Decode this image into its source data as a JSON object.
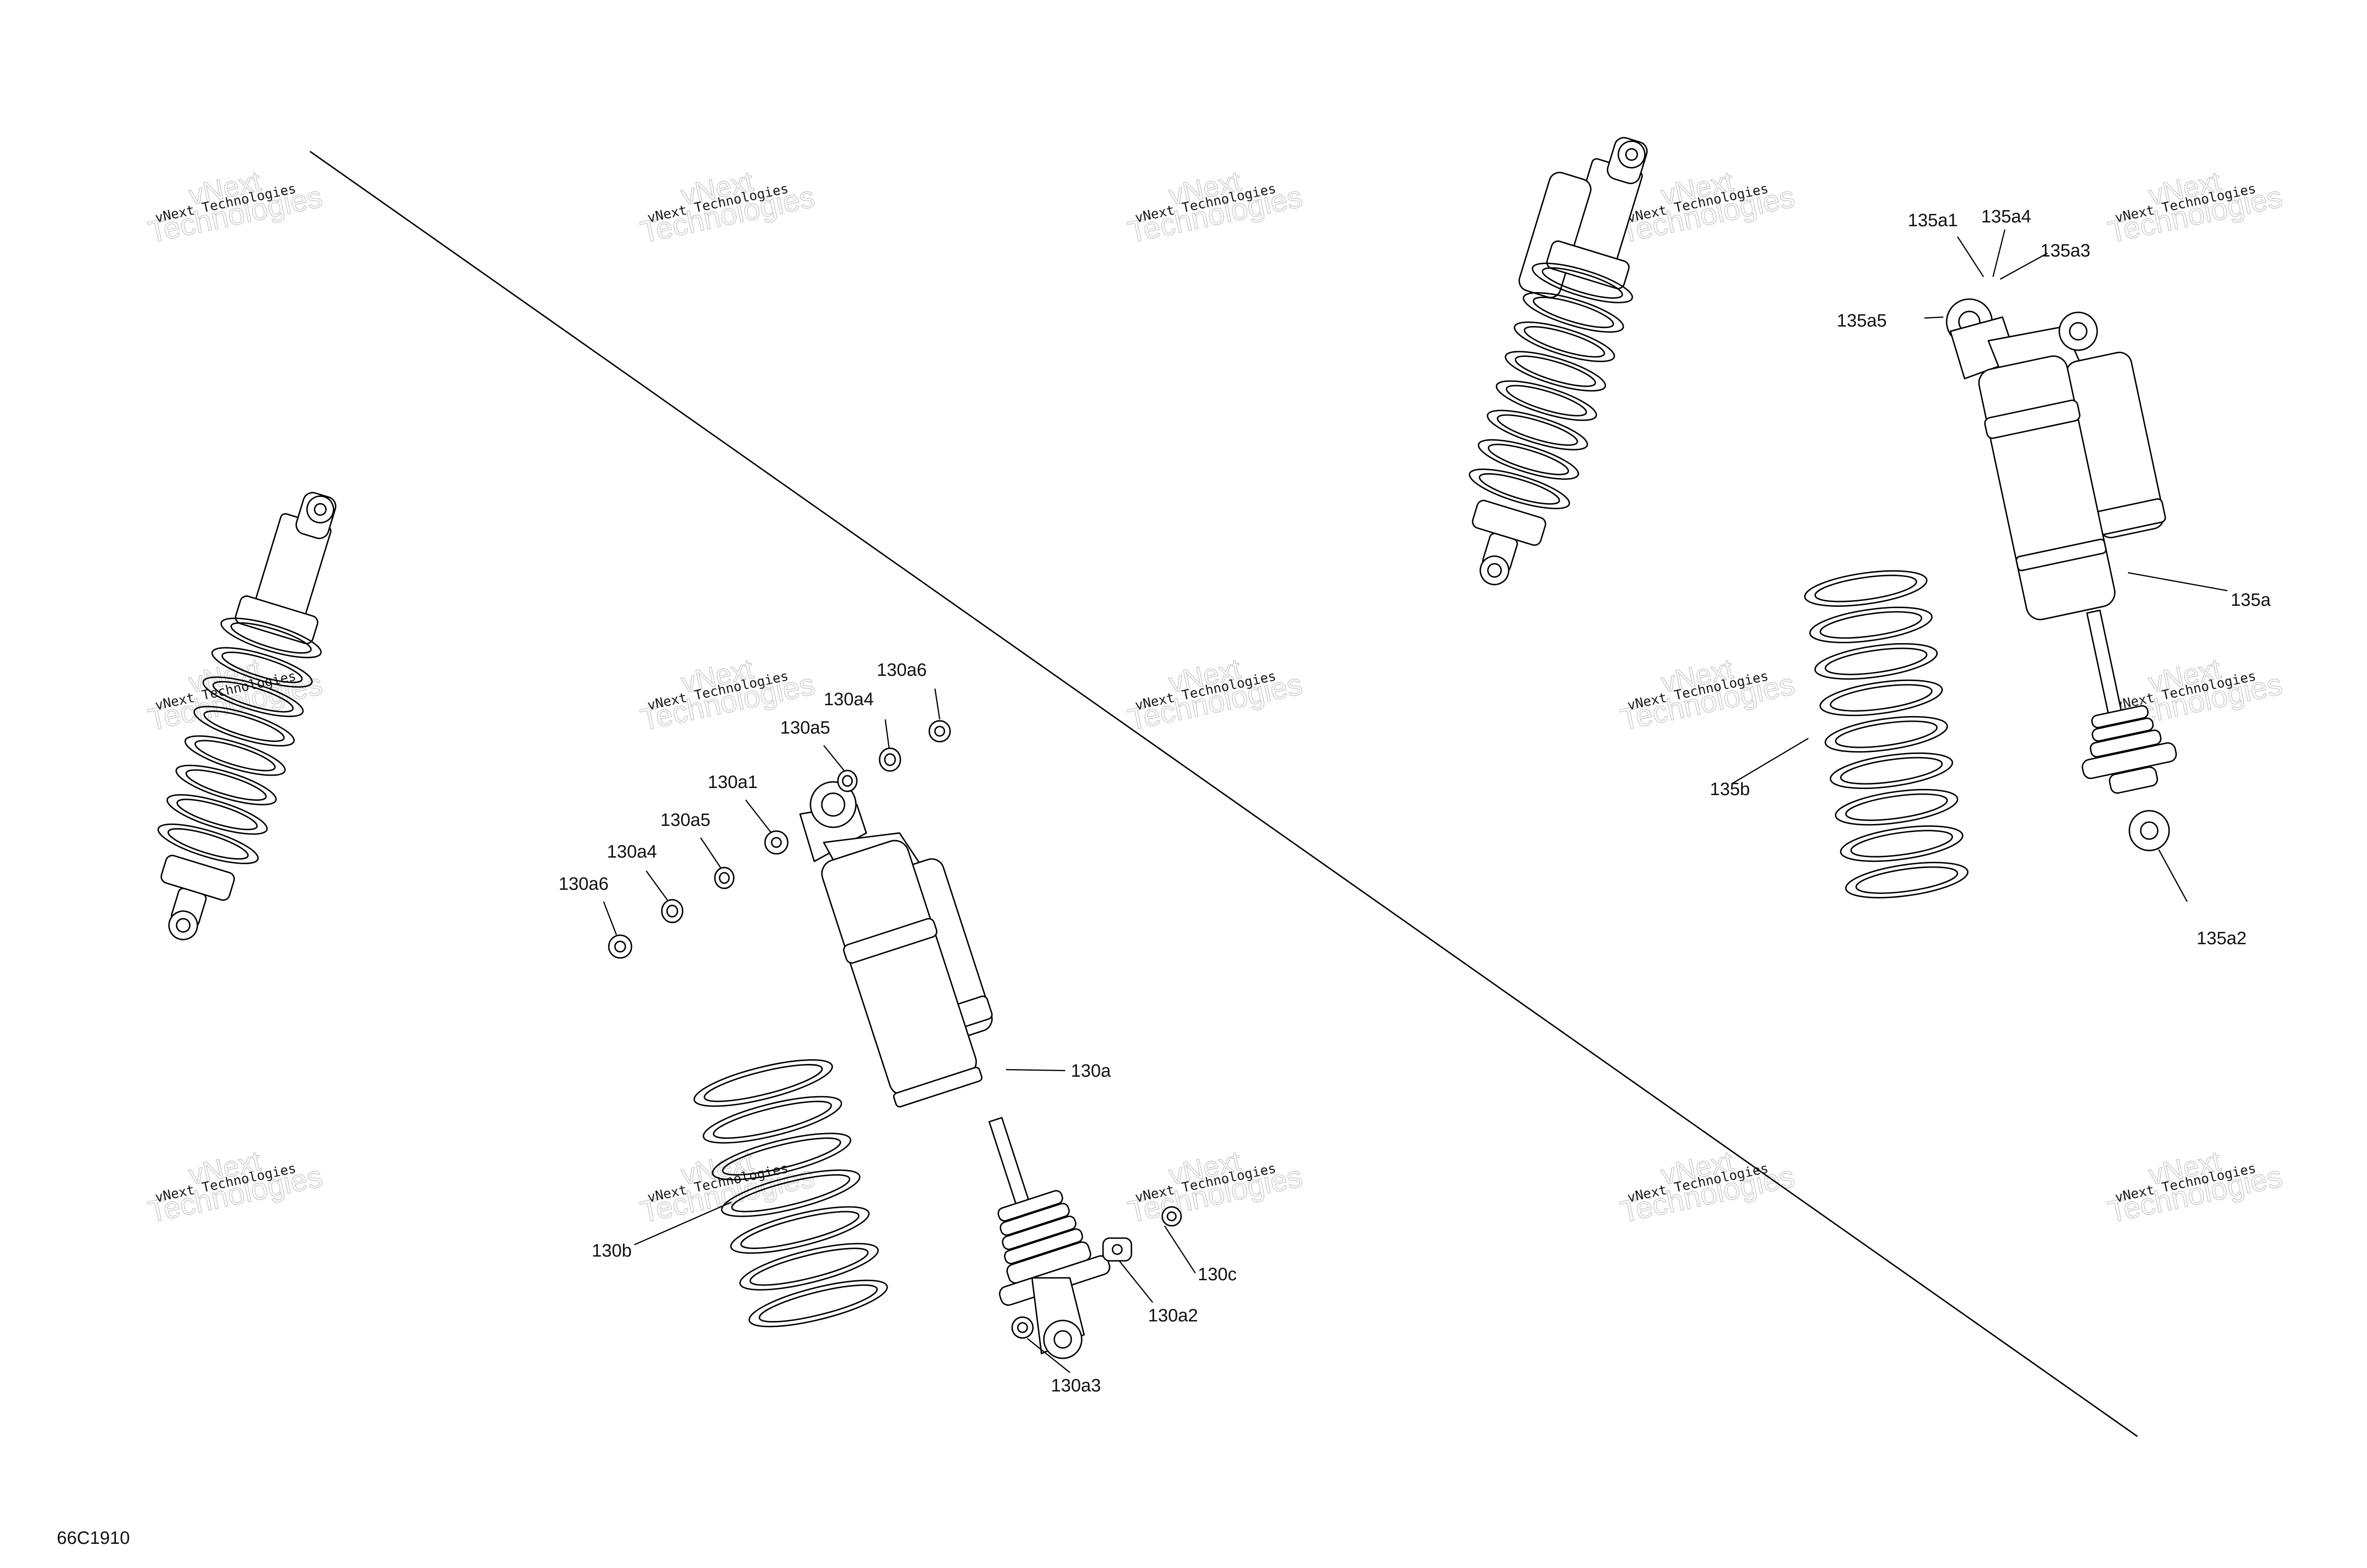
{
  "figure": {
    "code": "66C1910"
  },
  "watermark": {
    "line1": "vNext Technologies",
    "line2": "Technologies",
    "line3": "vNext"
  },
  "callouts": {
    "c130a6_top": "130a6",
    "c130a4_top": "130a4",
    "c130a5_top": "130a5",
    "c130a1": "130a1",
    "c130a5_left": "130a5",
    "c130a4_left": "130a4",
    "c130a6_left": "130a6",
    "c130a": "130a",
    "c130b": "130b",
    "c130c": "130c",
    "c130a2": "130a2",
    "c130a3": "130a3",
    "c135a1": "135a1",
    "c135a4": "135a4",
    "c135a3": "135a3",
    "c135a5": "135a5",
    "c135a": "135a",
    "c135b": "135b",
    "c135a2": "135a2"
  }
}
